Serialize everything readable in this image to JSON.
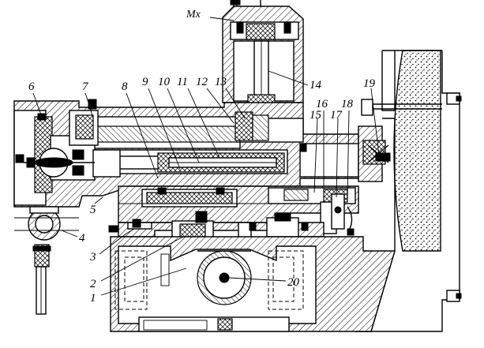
{
  "diagram": {
    "torque_label": "Mx",
    "callouts": [
      "1",
      "2",
      "3",
      "4",
      "5",
      "6",
      "7",
      "8",
      "9",
      "10",
      "11",
      "12",
      "13",
      "14",
      "15",
      "16",
      "17",
      "18",
      "19",
      "20"
    ]
  }
}
